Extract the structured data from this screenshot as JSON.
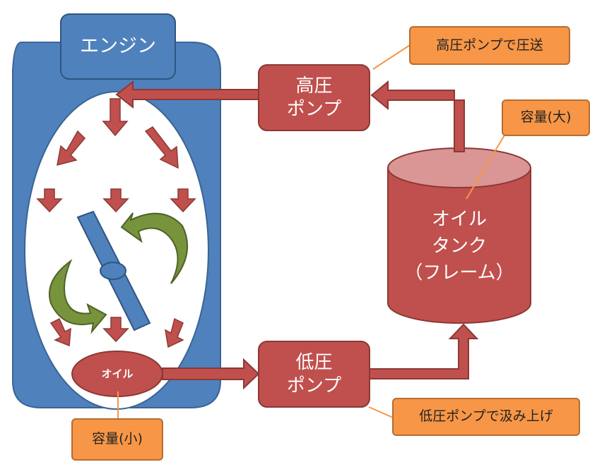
{
  "engine": {
    "label": "エンジン"
  },
  "high_pump": {
    "label": "高圧\nポンプ"
  },
  "low_pump": {
    "label": "低圧\nポンプ"
  },
  "tank": {
    "label": "オイル\nタンク\n（フレーム）"
  },
  "oil_sump": {
    "label": "オイル"
  },
  "notes": {
    "high_pressure": "高圧ポンプで圧送",
    "tank_capacity": "容量(大)",
    "low_pressure": "低圧ポンプで汲み上げ",
    "sump_capacity": "容量(小)"
  },
  "colors": {
    "engine_blue": "#4f81bd",
    "component_red": "#c0504d",
    "note_orange": "#f79646",
    "rotate_green": "#77933c"
  },
  "icons": {
    "crankshaft": "crankshaft-icon",
    "rotation": "rotation-arrow-icon",
    "flow": "flow-arrow-icon"
  }
}
